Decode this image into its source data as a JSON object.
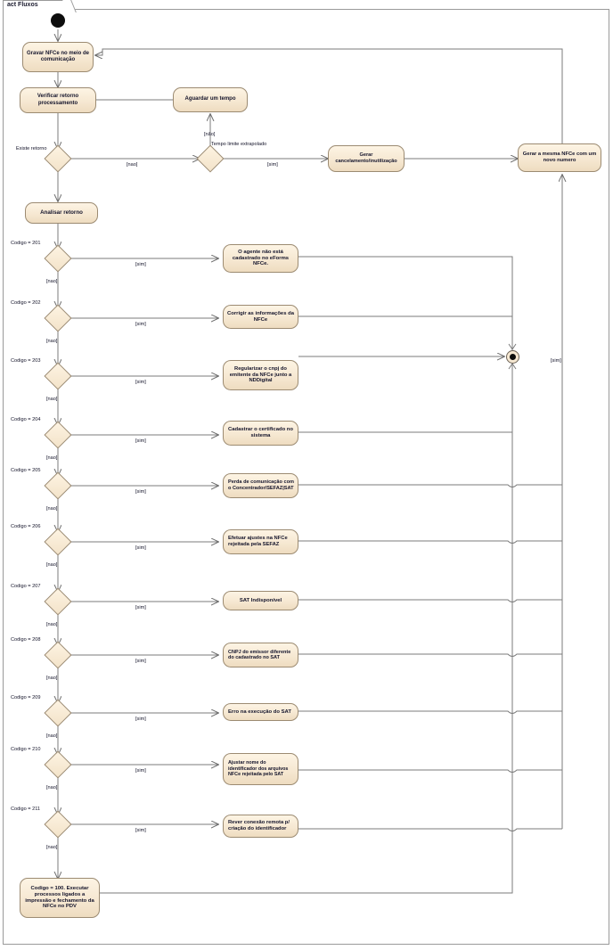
{
  "diagram": {
    "tab_label": "act Fluxos",
    "type": "uml-activity-diagram",
    "nodes": {
      "initial": "initial-node",
      "gravar": "Gravar NFCe no meio de comunicação",
      "verificar": "Verificar retorno processamento",
      "aguardar": "Aguardar um tempo",
      "analisar": "Analisar retorno",
      "gerar_cancelamento": "Gerar cancelamento/inutilização",
      "gerar_mesma": "Gerar a mesma NFCe com um novo numero",
      "final_exec": "Codigo = 100. Executar processos ligados a impressão e fechamento da NFCe no PDV",
      "final_node": "activity-final-node"
    },
    "guards": {
      "existe_retorno": "Existe retorno",
      "tempo_limite": "Tempo limite extrapolado",
      "nao": "[nao]",
      "nao_acc": "[não]",
      "sim": "[sim]"
    },
    "decisions": [
      {
        "code": "Codigo = 201",
        "yes_label": "[sim]",
        "no_label": "[nao]",
        "action": "O agente não está cadastrado no eForms NFCe.",
        "align": "center"
      },
      {
        "code": "Codigo = 202",
        "yes_label": "[sim]",
        "no_label": "[nao]",
        "action": "Corrigir as informações da NFCe",
        "align": "center"
      },
      {
        "code": "Codigo = 203",
        "yes_label": "[sim]",
        "no_label": "[nao]",
        "action": "Regularizar o cnpj do emitente da NFCe junto a NDDigital",
        "align": "center"
      },
      {
        "code": "Codigo = 204",
        "yes_label": "[sim]",
        "no_label": "[nao]",
        "action": "Cadastrar o certificado no sistema",
        "align": "center"
      },
      {
        "code": "Codigo = 205",
        "yes_label": "[sim]",
        "no_label": "[nao]",
        "action": "Perda de comunicação com o Concentrador/SEFAZ|SAT",
        "align": "left"
      },
      {
        "code": "Codigo = 206",
        "yes_label": "[sim]",
        "no_label": "[nao]",
        "action": "Efetuar ajustes na NFCe rejeitada pela SEFAZ",
        "align": "left"
      },
      {
        "code": "Codigo = 207",
        "yes_label": "[sim]",
        "no_label": "[nao]",
        "action": "SAT Indisponível",
        "align": "center"
      },
      {
        "code": "Codigo = 208",
        "yes_label": "[sim]",
        "no_label": "[nao]",
        "action": "CNPJ do emissor diferente do cadastrado no SAT",
        "align": "left"
      },
      {
        "code": "Codigo = 209",
        "yes_label": "[sim]",
        "no_label": "[nao]",
        "action": "Erro na execução do SAT",
        "align": "left"
      },
      {
        "code": "Codigo = 210",
        "yes_label": "[sim]",
        "no_label": "[nao]",
        "action": "Ajustar nome do identificador dos arquivos\nNFCe rejeitada pelo SAT",
        "align": "left"
      },
      {
        "code": "Codigo = 211",
        "yes_label": "[sim]",
        "no_label": "[nao]",
        "action": "Rever conexão remota p/ criação do identificador",
        "align": "left"
      }
    ],
    "right_branch_guard": "[sim]",
    "colors": {
      "node_fill_top": "#fdf4e4",
      "node_fill_bottom": "#eedcc0",
      "node_border": "#9c8b72",
      "line": "#7b7b7b",
      "frame_border": "#9a9a9a",
      "text": "#14142b",
      "background": "#ffffff"
    }
  }
}
